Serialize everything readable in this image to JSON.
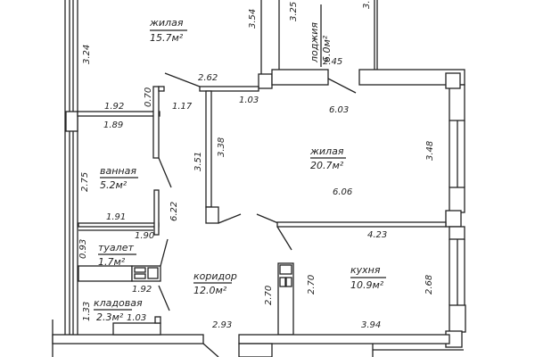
{
  "rooms": {
    "living1": {
      "name": "жилая",
      "area": "15.7м²"
    },
    "loggia": {
      "name": "лоджия",
      "area": "6.0м²"
    },
    "living2": {
      "name": "жилая",
      "area": "20.7м²"
    },
    "bathroom": {
      "name": "ванная",
      "area": "5.2м²"
    },
    "toilet": {
      "name": "туалет",
      "area": "1.7м²"
    },
    "corridor": {
      "name": "коридор",
      "area": "12.0м²"
    },
    "kitchen": {
      "name": "кухня",
      "area": "10.9м²"
    },
    "storage": {
      "name": "кладовая",
      "area": "2.3м²"
    }
  },
  "dimensions": {
    "d324": "3.24",
    "d354": "3.54",
    "d325": "3.25",
    "d3x": "3.",
    "d262": "2.62",
    "d103a": "1.03",
    "d245": "2.45",
    "d603": "6.03",
    "d192a": "1.92",
    "d070": "0.70",
    "d117": "1.17",
    "d189": "1.89",
    "d351": "3.51",
    "d338": "3.38",
    "d348": "3.48",
    "d275": "2.75",
    "d606": "6.06",
    "d191": "1.91",
    "d622": "6.22",
    "d190": "1.90",
    "d423": "4.23",
    "d093": "0.93",
    "d192b": "1.92",
    "d270a": "2.70",
    "d270b": "2.70",
    "d268": "2.68",
    "d133": "1.33",
    "d103b": "1.03",
    "d293": "2.93",
    "d394": "3.94"
  }
}
